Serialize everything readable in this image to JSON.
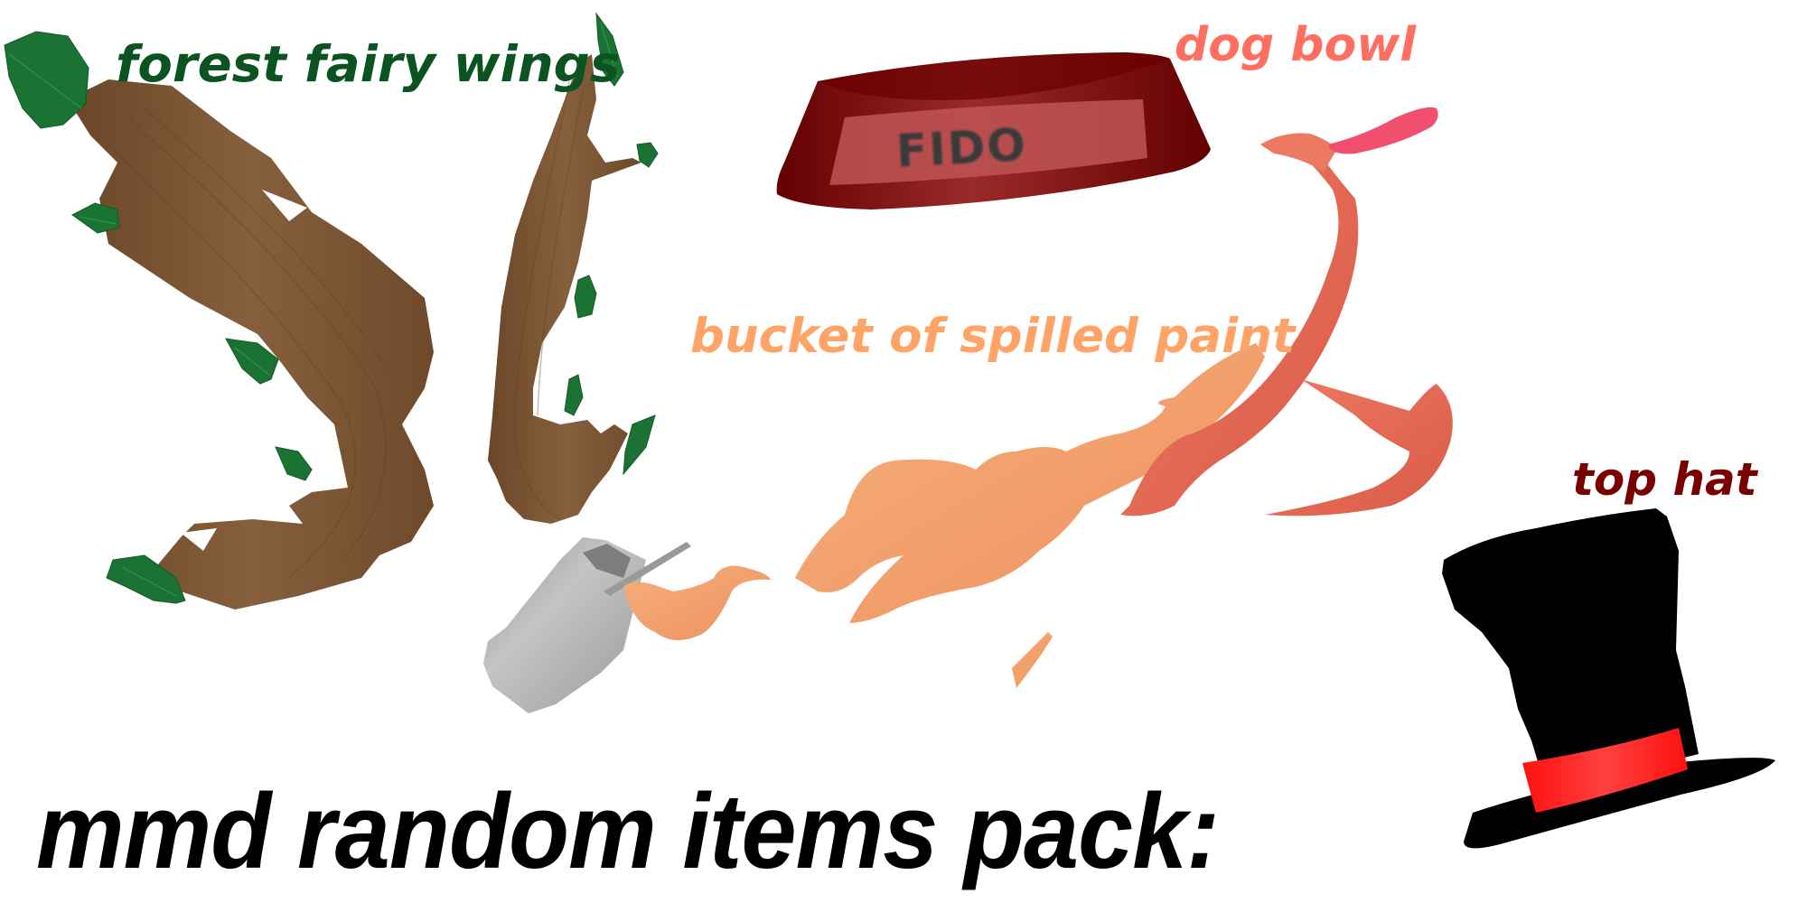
{
  "title": "mmd random items pack:",
  "items": [
    {
      "id": "forest-fairy-wings",
      "label": "forest fairy wings",
      "color": "#0b5320"
    },
    {
      "id": "dog-bowl",
      "label": "dog bowl",
      "color": "#ff6f61",
      "engraving": "FIDO"
    },
    {
      "id": "bucket-of-spilled-paint",
      "label": "bucket of spilled paint",
      "color": "#ffa366"
    },
    {
      "id": "top-hat",
      "label": "top hat",
      "color": "#7a0000"
    }
  ],
  "colors": {
    "background": "#ffffff",
    "wood": "#7a5535",
    "leaf": "#1b7333",
    "bowl": "#7a0a0a",
    "bowl_band": "#c05555",
    "bucket": "#a6a6a6",
    "paint_orange": "#f4a06a",
    "paint_salmon": "#e0644f",
    "paint_pink": "#f0506e",
    "hat": "#000000",
    "hat_band": "#ff1a1a"
  }
}
